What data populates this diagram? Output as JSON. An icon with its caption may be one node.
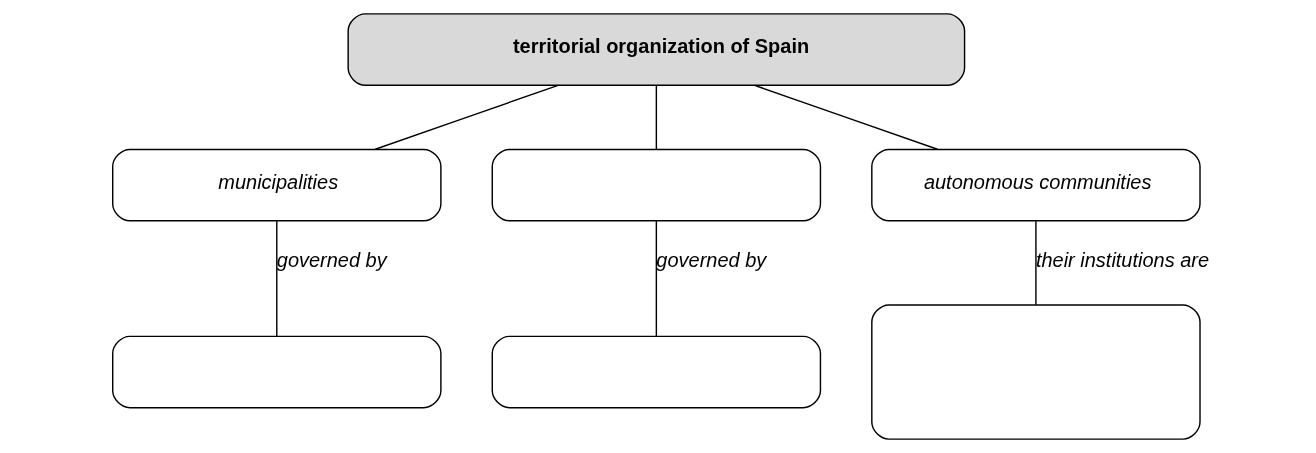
{
  "diagram": {
    "nodes": [
      {
        "text": [
          "territorial organization of Spain"
        ]
      },
      {
        "text": [
          "municipalities"
        ]
      },
      {
        "text": [],
        "shape": "box"
      },
      {
        "text": [
          "autonomous communities"
        ]
      },
      {
        "text": [],
        "shape": "box"
      },
      {
        "text": [],
        "shape": "box"
      },
      {
        "text": [],
        "shape": "box"
      }
    ],
    "edges": [
      {
        "from": 0,
        "to": 1,
        "arrow": "none"
      },
      {
        "from": 0,
        "to": 2,
        "arrow": "none"
      },
      {
        "from": 0,
        "to": 3,
        "arrow": "none"
      },
      {
        "from": 1,
        "to": 4,
        "arrow": "none",
        "label": "governed by"
      },
      {
        "from": 2,
        "to": 5,
        "arrow": "none",
        "label": "governed by"
      },
      {
        "from": 3,
        "to": 6,
        "arrow": "none",
        "label": "their institutions are"
      }
    ]
  }
}
